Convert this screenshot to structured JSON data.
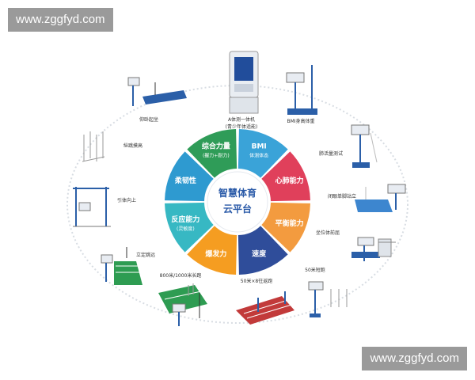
{
  "watermarks": {
    "top_left": "www.zggfyd.com",
    "bottom_right": "www.zggfyd.com"
  },
  "center": {
    "line1": "智慧体育",
    "line2": "云平台"
  },
  "sectors": [
    {
      "label": "BMI",
      "sub": "体测体态",
      "color": "#3aa3d8"
    },
    {
      "label": "心肺能力",
      "sub": "",
      "color": "#e0405b"
    },
    {
      "label": "平衡能力",
      "sub": "",
      "color": "#f39b3f"
    },
    {
      "label": "速度",
      "sub": "",
      "color": "#2f4d9a"
    },
    {
      "label": "爆发力",
      "sub": "",
      "color": "#f59d21"
    },
    {
      "label": "反应能力",
      "sub": "(灵敏度)",
      "color": "#37b8c3"
    },
    {
      "label": "柔韧性",
      "sub": "",
      "color": "#2e9ad0"
    },
    {
      "label": "综合力量",
      "sub": "(握力+耐力)",
      "color": "#2f9c58"
    }
  ],
  "devices": [
    {
      "label": "A体测一体机",
      "sub": "(青少年体适能)"
    },
    {
      "label": "BMI身高体重"
    },
    {
      "label": "肺活量测试"
    },
    {
      "label": "闭眼单脚站立"
    },
    {
      "label": "坐位体前屈"
    },
    {
      "label": "50米短跑"
    },
    {
      "label": "50米×8往返跑"
    },
    {
      "label": "800米/1000米长跑"
    },
    {
      "label": "立定跳远"
    },
    {
      "label": "引体向上"
    },
    {
      "label": "纵跳摸高"
    },
    {
      "label": "仰卧起坐"
    }
  ],
  "colors": {
    "ring": "#d8dde3",
    "center_text": "#2a5aa8",
    "device_blue": "#2b5fa8",
    "device_green": "#2e9c52"
  }
}
